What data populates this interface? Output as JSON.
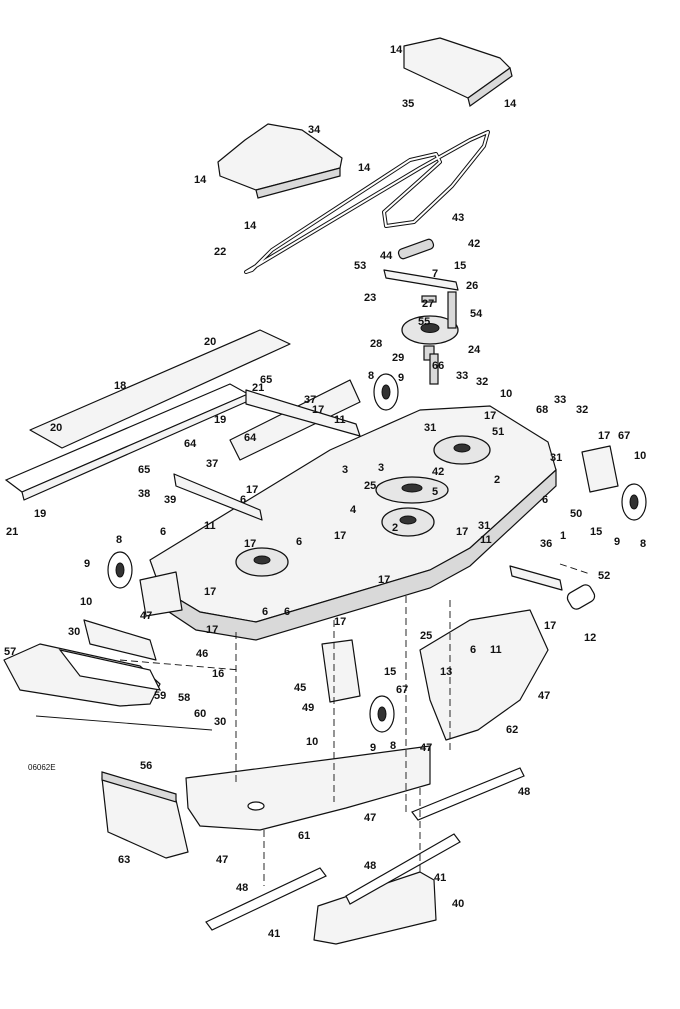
{
  "drawing_code": "06062E",
  "callouts": [
    {
      "id": "c14a",
      "text": "14"
    },
    {
      "id": "c35",
      "text": "35"
    },
    {
      "id": "c14b",
      "text": "14"
    },
    {
      "id": "c34",
      "text": "34"
    },
    {
      "id": "c14c",
      "text": "14"
    },
    {
      "id": "c14d",
      "text": "14"
    },
    {
      "id": "c14e",
      "text": "14"
    },
    {
      "id": "c22",
      "text": "22"
    },
    {
      "id": "c43",
      "text": "43"
    },
    {
      "id": "c42a",
      "text": "42"
    },
    {
      "id": "c44",
      "text": "44"
    },
    {
      "id": "c53",
      "text": "53"
    },
    {
      "id": "c7",
      "text": "7"
    },
    {
      "id": "c15a",
      "text": "15"
    },
    {
      "id": "c26",
      "text": "26"
    },
    {
      "id": "c23",
      "text": "23"
    },
    {
      "id": "c27",
      "text": "27"
    },
    {
      "id": "c54",
      "text": "54"
    },
    {
      "id": "c55",
      "text": "55"
    },
    {
      "id": "c28",
      "text": "28"
    },
    {
      "id": "c24",
      "text": "24"
    },
    {
      "id": "c29",
      "text": "29"
    },
    {
      "id": "c66",
      "text": "66"
    },
    {
      "id": "c33a",
      "text": "33"
    },
    {
      "id": "c32a",
      "text": "32"
    },
    {
      "id": "c20a",
      "text": "20"
    },
    {
      "id": "c65a",
      "text": "65"
    },
    {
      "id": "c37a",
      "text": "37"
    },
    {
      "id": "c18",
      "text": "18"
    },
    {
      "id": "c21a",
      "text": "21"
    },
    {
      "id": "c19a",
      "text": "19"
    },
    {
      "id": "c64a",
      "text": "64"
    },
    {
      "id": "c8a",
      "text": "8"
    },
    {
      "id": "c9a",
      "text": "9"
    },
    {
      "id": "c10a",
      "text": "10"
    },
    {
      "id": "c17a",
      "text": "17"
    },
    {
      "id": "c11a",
      "text": "11"
    },
    {
      "id": "c31a",
      "text": "31"
    },
    {
      "id": "c33b",
      "text": "33"
    },
    {
      "id": "c32b",
      "text": "32"
    },
    {
      "id": "c17b",
      "text": "17"
    },
    {
      "id": "c68",
      "text": "68"
    },
    {
      "id": "c51",
      "text": "51"
    },
    {
      "id": "c20b",
      "text": "20"
    },
    {
      "id": "c64b",
      "text": "64"
    },
    {
      "id": "c65b",
      "text": "65"
    },
    {
      "id": "c38",
      "text": "38"
    },
    {
      "id": "c39",
      "text": "39"
    },
    {
      "id": "c37b",
      "text": "37"
    },
    {
      "id": "c19b",
      "text": "19"
    },
    {
      "id": "c21b",
      "text": "21"
    },
    {
      "id": "c3a",
      "text": "3"
    },
    {
      "id": "c42b",
      "text": "42"
    },
    {
      "id": "c2a",
      "text": "2"
    },
    {
      "id": "c25a",
      "text": "25"
    },
    {
      "id": "c5",
      "text": "5"
    },
    {
      "id": "c4",
      "text": "4"
    },
    {
      "id": "c3b",
      "text": "3"
    },
    {
      "id": "c31b",
      "text": "31"
    },
    {
      "id": "c17c",
      "text": "17"
    },
    {
      "id": "c67a",
      "text": "67"
    },
    {
      "id": "c10b",
      "text": "10"
    },
    {
      "id": "c31c",
      "text": "31"
    },
    {
      "id": "c6a",
      "text": "6"
    },
    {
      "id": "c50",
      "text": "50"
    },
    {
      "id": "c15b",
      "text": "15"
    },
    {
      "id": "c9b",
      "text": "9"
    },
    {
      "id": "c8b",
      "text": "8"
    },
    {
      "id": "c1",
      "text": "1"
    },
    {
      "id": "c36",
      "text": "36"
    },
    {
      "id": "c52",
      "text": "52"
    },
    {
      "id": "c17d",
      "text": "17"
    },
    {
      "id": "c6b",
      "text": "6"
    },
    {
      "id": "c11b",
      "text": "11"
    },
    {
      "id": "c2b",
      "text": "2"
    },
    {
      "id": "c6c",
      "text": "6"
    },
    {
      "id": "c17e",
      "text": "17"
    },
    {
      "id": "c17f",
      "text": "17"
    },
    {
      "id": "c17g",
      "text": "17"
    },
    {
      "id": "c8c",
      "text": "8"
    },
    {
      "id": "c6d",
      "text": "6"
    },
    {
      "id": "c11c",
      "text": "11"
    },
    {
      "id": "c9c",
      "text": "9"
    },
    {
      "id": "c10c",
      "text": "10"
    },
    {
      "id": "c47a",
      "text": "47"
    },
    {
      "id": "c17h",
      "text": "17"
    },
    {
      "id": "c6e",
      "text": "6"
    },
    {
      "id": "c6f",
      "text": "6"
    },
    {
      "id": "c17i",
      "text": "17"
    },
    {
      "id": "c30a",
      "text": "30"
    },
    {
      "id": "c57",
      "text": "57"
    },
    {
      "id": "c17j",
      "text": "17"
    },
    {
      "id": "c46",
      "text": "46"
    },
    {
      "id": "c16",
      "text": "16"
    },
    {
      "id": "c59",
      "text": "59"
    },
    {
      "id": "c58",
      "text": "58"
    },
    {
      "id": "c60",
      "text": "60"
    },
    {
      "id": "c30b",
      "text": "30"
    },
    {
      "id": "c56",
      "text": "56"
    },
    {
      "id": "c17k",
      "text": "17"
    },
    {
      "id": "c25b",
      "text": "25"
    },
    {
      "id": "c6g",
      "text": "6"
    },
    {
      "id": "c11d",
      "text": "11"
    },
    {
      "id": "c17l",
      "text": "17"
    },
    {
      "id": "c12",
      "text": "12"
    },
    {
      "id": "c15c",
      "text": "15"
    },
    {
      "id": "c13",
      "text": "13"
    },
    {
      "id": "c67b",
      "text": "67"
    },
    {
      "id": "c45",
      "text": "45"
    },
    {
      "id": "c49",
      "text": "49"
    },
    {
      "id": "c10d",
      "text": "10"
    },
    {
      "id": "c9d",
      "text": "9"
    },
    {
      "id": "c8d",
      "text": "8"
    },
    {
      "id": "c47b",
      "text": "47"
    },
    {
      "id": "c47c",
      "text": "47"
    },
    {
      "id": "c62",
      "text": "62"
    },
    {
      "id": "c48a",
      "text": "48"
    },
    {
      "id": "c47d",
      "text": "47"
    },
    {
      "id": "c63",
      "text": "63"
    },
    {
      "id": "c61",
      "text": "61"
    },
    {
      "id": "c47e",
      "text": "47"
    },
    {
      "id": "c48b",
      "text": "48"
    },
    {
      "id": "c41a",
      "text": "41"
    },
    {
      "id": "c48c",
      "text": "48"
    },
    {
      "id": "c40",
      "text": "40"
    },
    {
      "id": "c41b",
      "text": "41"
    }
  ]
}
